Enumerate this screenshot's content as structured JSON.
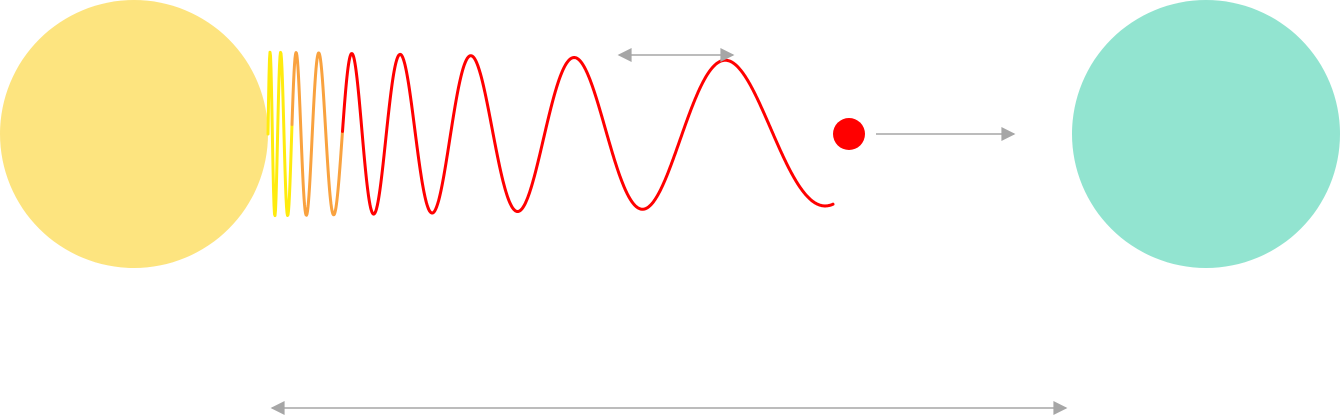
{
  "diagram": {
    "colors": {
      "source_body": "#FDE47F",
      "target_body": "#92E4D0",
      "wave_yellow": "#FFEB0F",
      "wave_orange": "#F9A23F",
      "wave_red": "#FF0000",
      "photon": "#FF0000",
      "arrow": "#A6A6A6"
    },
    "icons": {
      "source_body": "circle",
      "target_body": "circle",
      "photon": "filled-dot",
      "propagation_arrow": "arrow-right",
      "wavelength_arrow": "double-arrow",
      "distance_arrow": "double-arrow"
    },
    "wave": {
      "segments": [
        "wave_yellow",
        "wave_orange",
        "wave_red"
      ]
    }
  }
}
